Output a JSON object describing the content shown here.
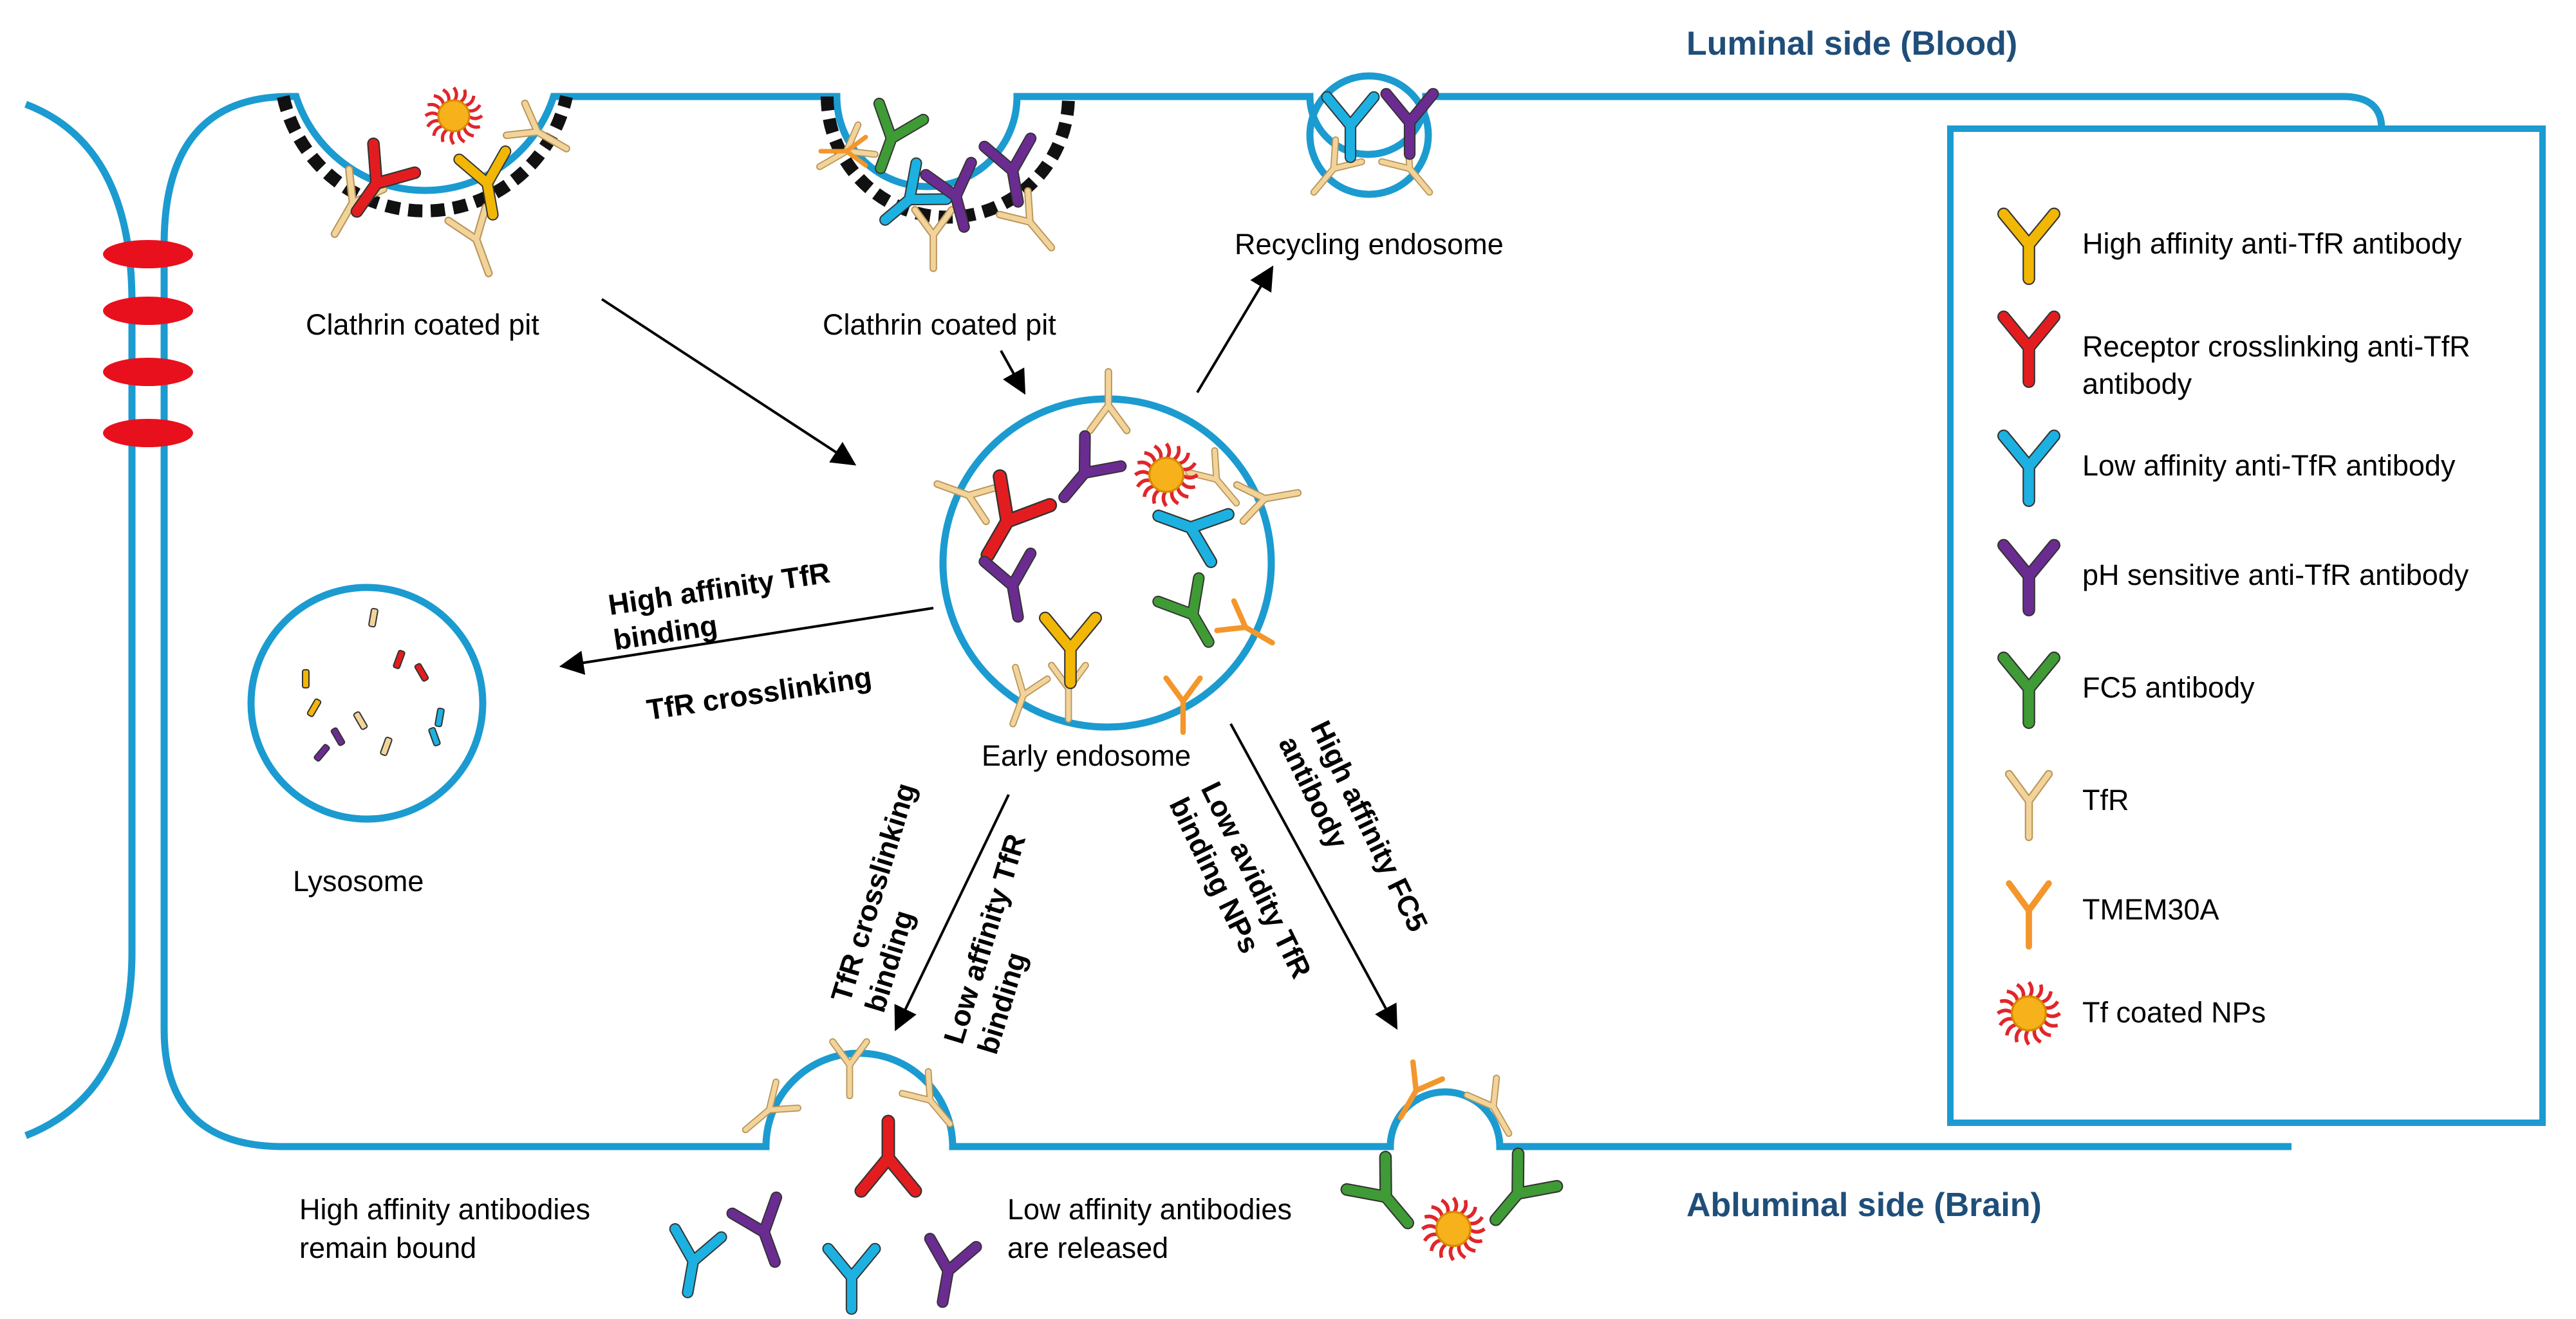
{
  "colors": {
    "membrane": "#1b9bd0",
    "side_title": "#1f4e79",
    "clathrin": "#111111",
    "junction": "#e8101c",
    "high_affinity": "#f2b705",
    "crosslinking": "#e31d1f",
    "low_affinity": "#1cb1e1",
    "ph_sensitive": "#6b2c91",
    "fc5": "#3f9b35",
    "tfr": "#f2d49b",
    "tmem30a": "#f3962b",
    "np_core": "#f7b21b",
    "np_spikes": "#e0262b"
  },
  "sides": {
    "luminal": "Luminal side (Blood)",
    "abluminal": "Abluminal side (Brain)"
  },
  "labels": {
    "pit1": "Clathrin coated pit",
    "pit2": "Clathrin coated pit",
    "recycling": "Recycling endosome",
    "early": "Early endosome",
    "lysosome": "Lysosome",
    "remain_1": "High affinity  antibodies",
    "remain_2": "remain bound",
    "released_1": "Low affinity antibodies",
    "released_2": "are released"
  },
  "arrows": {
    "lyso_top_1": "High affinity TfR",
    "lyso_top_2": "binding",
    "lyso_bottom": "TfR crosslinking",
    "mid_a_1": "TfR crosslinking",
    "mid_a_2": "binding",
    "mid_b_1": "Low affinity TfR",
    "mid_b_2": "binding",
    "right_a_1": "Low avidity TfR",
    "right_a_2": "binding NPs",
    "right_b_1": "High affinity FC5",
    "right_b_2": "antibody"
  },
  "legend": {
    "items": [
      {
        "icon": "high-affinity-antibody-icon",
        "lines": [
          "High affinity anti-TfR antibody"
        ]
      },
      {
        "icon": "crosslinking-antibody-icon",
        "lines": [
          "Receptor crosslinking anti-TfR",
          "antibody"
        ]
      },
      {
        "icon": "low-affinity-antibody-icon",
        "lines": [
          "Low affinity anti-TfR antibody"
        ]
      },
      {
        "icon": "ph-sensitive-antibody-icon",
        "lines": [
          "pH sensitive anti-TfR antibody"
        ]
      },
      {
        "icon": "fc5-antibody-icon",
        "lines": [
          "FC5 antibody"
        ]
      },
      {
        "icon": "tfr-icon",
        "lines": [
          "TfR"
        ]
      },
      {
        "icon": "tmem30a-icon",
        "lines": [
          "TMEM30A"
        ]
      },
      {
        "icon": "tf-coated-np-icon",
        "lines": [
          "Tf coated NPs"
        ]
      }
    ]
  }
}
